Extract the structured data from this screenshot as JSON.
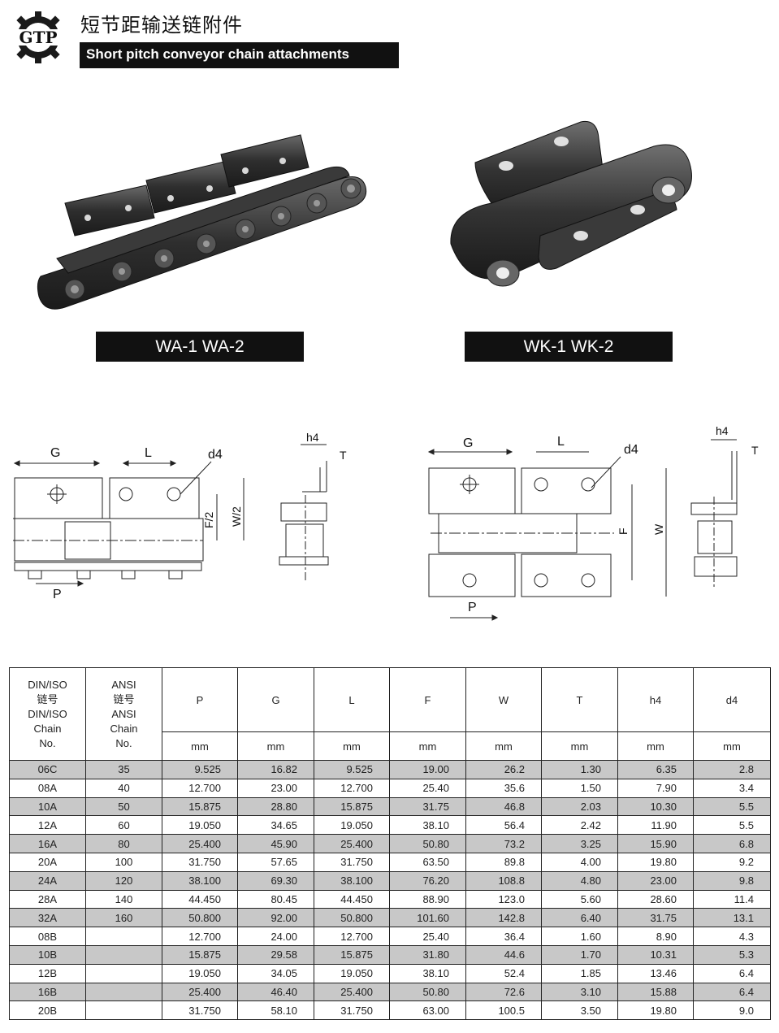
{
  "header": {
    "logo_text": "GTP",
    "title_cn": "短节距输送链附件",
    "title_en": "Short pitch conveyor chain attachments"
  },
  "captions": {
    "wa": "WA-1  WA-2",
    "wk": "WK-1  WK-2"
  },
  "drawing_labels": {
    "wa_front": {
      "g": "G",
      "l": "L",
      "d4": "d4",
      "f2": "F/2",
      "w2": "W/2",
      "p": "P"
    },
    "wa_side": {
      "h4": "h4",
      "t": "T"
    },
    "wk_front": {
      "g": "G",
      "l": "L",
      "d4": "d4",
      "f": "F",
      "w": "W",
      "p": "P"
    },
    "wk_side": {
      "h4": "h4",
      "t": "T"
    }
  },
  "table": {
    "headers": {
      "din_iso": [
        "DIN/ISO",
        "链号",
        "DIN/ISO",
        "Chain",
        "No."
      ],
      "ansi": [
        "ANSI",
        "链号",
        "ANSI",
        "Chain",
        "No."
      ],
      "params": [
        "P",
        "G",
        "L",
        "F",
        "W",
        "T",
        "h4",
        "d4"
      ],
      "unit": "mm"
    },
    "rows": [
      [
        "06C",
        "35",
        "9.525",
        "16.82",
        "9.525",
        "19.00",
        "26.2",
        "1.30",
        "6.35",
        "2.8"
      ],
      [
        "08A",
        "40",
        "12.700",
        "23.00",
        "12.700",
        "25.40",
        "35.6",
        "1.50",
        "7.90",
        "3.4"
      ],
      [
        "10A",
        "50",
        "15.875",
        "28.80",
        "15.875",
        "31.75",
        "46.8",
        "2.03",
        "10.30",
        "5.5"
      ],
      [
        "12A",
        "60",
        "19.050",
        "34.65",
        "19.050",
        "38.10",
        "56.4",
        "2.42",
        "11.90",
        "5.5"
      ],
      [
        "16A",
        "80",
        "25.400",
        "45.90",
        "25.400",
        "50.80",
        "73.2",
        "3.25",
        "15.90",
        "6.8"
      ],
      [
        "20A",
        "100",
        "31.750",
        "57.65",
        "31.750",
        "63.50",
        "89.8",
        "4.00",
        "19.80",
        "9.2"
      ],
      [
        "24A",
        "120",
        "38.100",
        "69.30",
        "38.100",
        "76.20",
        "108.8",
        "4.80",
        "23.00",
        "9.8"
      ],
      [
        "28A",
        "140",
        "44.450",
        "80.45",
        "44.450",
        "88.90",
        "123.0",
        "5.60",
        "28.60",
        "11.4"
      ],
      [
        "32A",
        "160",
        "50.800",
        "92.00",
        "50.800",
        "101.60",
        "142.8",
        "6.40",
        "31.75",
        "13.1"
      ],
      [
        "08B",
        "",
        "12.700",
        "24.00",
        "12.700",
        "25.40",
        "36.4",
        "1.60",
        "8.90",
        "4.3"
      ],
      [
        "10B",
        "",
        "15.875",
        "29.58",
        "15.875",
        "31.80",
        "44.6",
        "1.70",
        "10.31",
        "5.3"
      ],
      [
        "12B",
        "",
        "19.050",
        "34.05",
        "19.050",
        "38.10",
        "52.4",
        "1.85",
        "13.46",
        "6.4"
      ],
      [
        "16B",
        "",
        "25.400",
        "46.40",
        "25.400",
        "50.80",
        "72.6",
        "3.10",
        "15.88",
        "6.4"
      ],
      [
        "20B",
        "",
        "31.750",
        "58.10",
        "31.750",
        "63.00",
        "100.5",
        "3.50",
        "19.80",
        "9.0"
      ]
    ]
  }
}
